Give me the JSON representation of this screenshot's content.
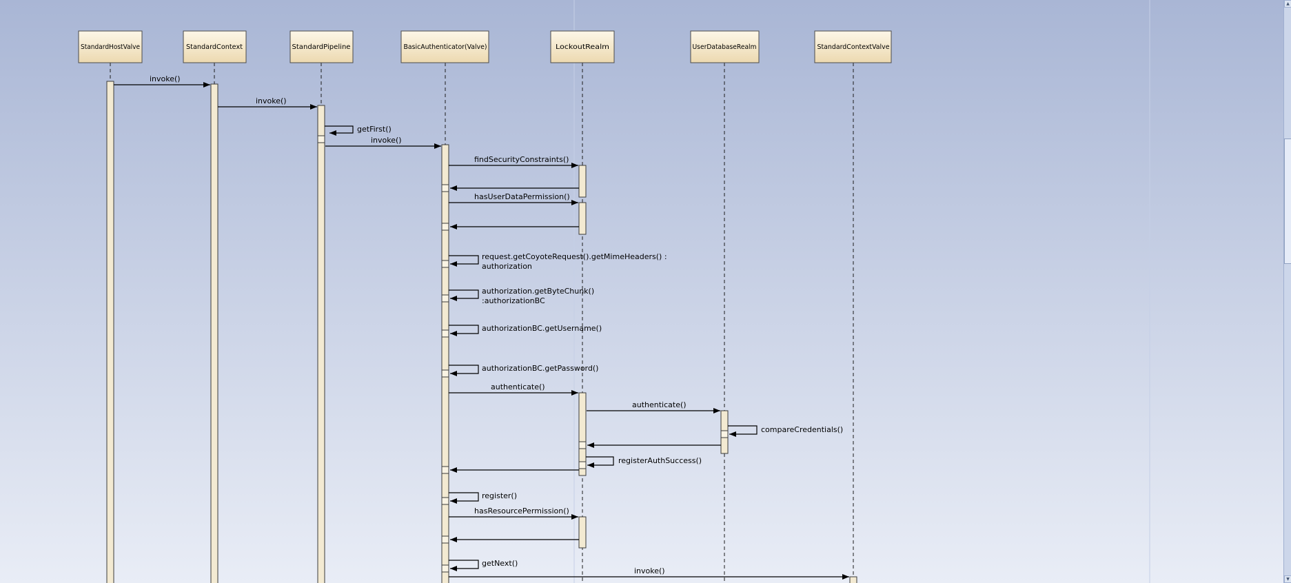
{
  "diagram": {
    "type": "uml-sequence",
    "participants": [
      {
        "name": "StandardHostValve"
      },
      {
        "name": "StandardContext"
      },
      {
        "name": "StandardPipeline"
      },
      {
        "name": "BasicAuthenticator(Valve)"
      },
      {
        "name": "LockoutRealm"
      },
      {
        "name": "UserDatabaseRealm"
      },
      {
        "name": "StandardContextValve"
      }
    ],
    "messages": [
      {
        "from": "StandardHostValve",
        "to": "StandardContext",
        "type": "call",
        "label": "invoke()"
      },
      {
        "from": "StandardContext",
        "to": "StandardPipeline",
        "type": "call",
        "label": "invoke()"
      },
      {
        "from": "StandardPipeline",
        "to": "StandardPipeline",
        "type": "self",
        "label": "getFirst()"
      },
      {
        "from": "StandardPipeline",
        "to": "BasicAuthenticator(Valve)",
        "type": "call",
        "label": "invoke()"
      },
      {
        "from": "BasicAuthenticator(Valve)",
        "to": "LockoutRealm",
        "type": "call",
        "label": "findSecurityConstraints()"
      },
      {
        "from": "LockoutRealm",
        "to": "BasicAuthenticator(Valve)",
        "type": "return",
        "label": ""
      },
      {
        "from": "BasicAuthenticator(Valve)",
        "to": "LockoutRealm",
        "type": "call",
        "label": "hasUserDataPermission()"
      },
      {
        "from": "LockoutRealm",
        "to": "BasicAuthenticator(Valve)",
        "type": "return",
        "label": ""
      },
      {
        "from": "BasicAuthenticator(Valve)",
        "to": "BasicAuthenticator(Valve)",
        "type": "self",
        "label": "request.getCoyoteRequest().getMimeHeaders() :",
        "label2": "authorization"
      },
      {
        "from": "BasicAuthenticator(Valve)",
        "to": "BasicAuthenticator(Valve)",
        "type": "self",
        "label": "authorization.getByteChunk()",
        "label2": ":authorizationBC"
      },
      {
        "from": "BasicAuthenticator(Valve)",
        "to": "BasicAuthenticator(Valve)",
        "type": "self",
        "label": "authorizationBC.getUsername()"
      },
      {
        "from": "BasicAuthenticator(Valve)",
        "to": "BasicAuthenticator(Valve)",
        "type": "self",
        "label": "authorizationBC.getPassword()"
      },
      {
        "from": "BasicAuthenticator(Valve)",
        "to": "LockoutRealm",
        "type": "call",
        "label": "authenticate()"
      },
      {
        "from": "LockoutRealm",
        "to": "UserDatabaseRealm",
        "type": "call",
        "label": "authenticate()"
      },
      {
        "from": "UserDatabaseRealm",
        "to": "UserDatabaseRealm",
        "type": "self",
        "label": "compareCredentials()"
      },
      {
        "from": "UserDatabaseRealm",
        "to": "LockoutRealm",
        "type": "return",
        "label": ""
      },
      {
        "from": "LockoutRealm",
        "to": "LockoutRealm",
        "type": "self",
        "label": "registerAuthSuccess()"
      },
      {
        "from": "LockoutRealm",
        "to": "BasicAuthenticator(Valve)",
        "type": "return",
        "label": ""
      },
      {
        "from": "BasicAuthenticator(Valve)",
        "to": "BasicAuthenticator(Valve)",
        "type": "self",
        "label": "register()"
      },
      {
        "from": "BasicAuthenticator(Valve)",
        "to": "LockoutRealm",
        "type": "call",
        "label": "hasResourcePermission()"
      },
      {
        "from": "LockoutRealm",
        "to": "BasicAuthenticator(Valve)",
        "type": "return",
        "label": ""
      },
      {
        "from": "BasicAuthenticator(Valve)",
        "to": "BasicAuthenticator(Valve)",
        "type": "self",
        "label": "getNext()"
      },
      {
        "from": "BasicAuthenticator(Valve)",
        "to": "StandardContextValve",
        "type": "call",
        "label": "invoke()"
      }
    ],
    "colors": {
      "background_top": "#a9b6d5",
      "background_bottom": "#e9edf6",
      "participant_fill_top": "#fdf7e8",
      "participant_fill_bottom": "#ecd9b0",
      "activation_fill": "#f3ead2",
      "line": "#000000"
    }
  },
  "scrollbar": {
    "up_icon": "▲",
    "down_icon": "▼"
  }
}
